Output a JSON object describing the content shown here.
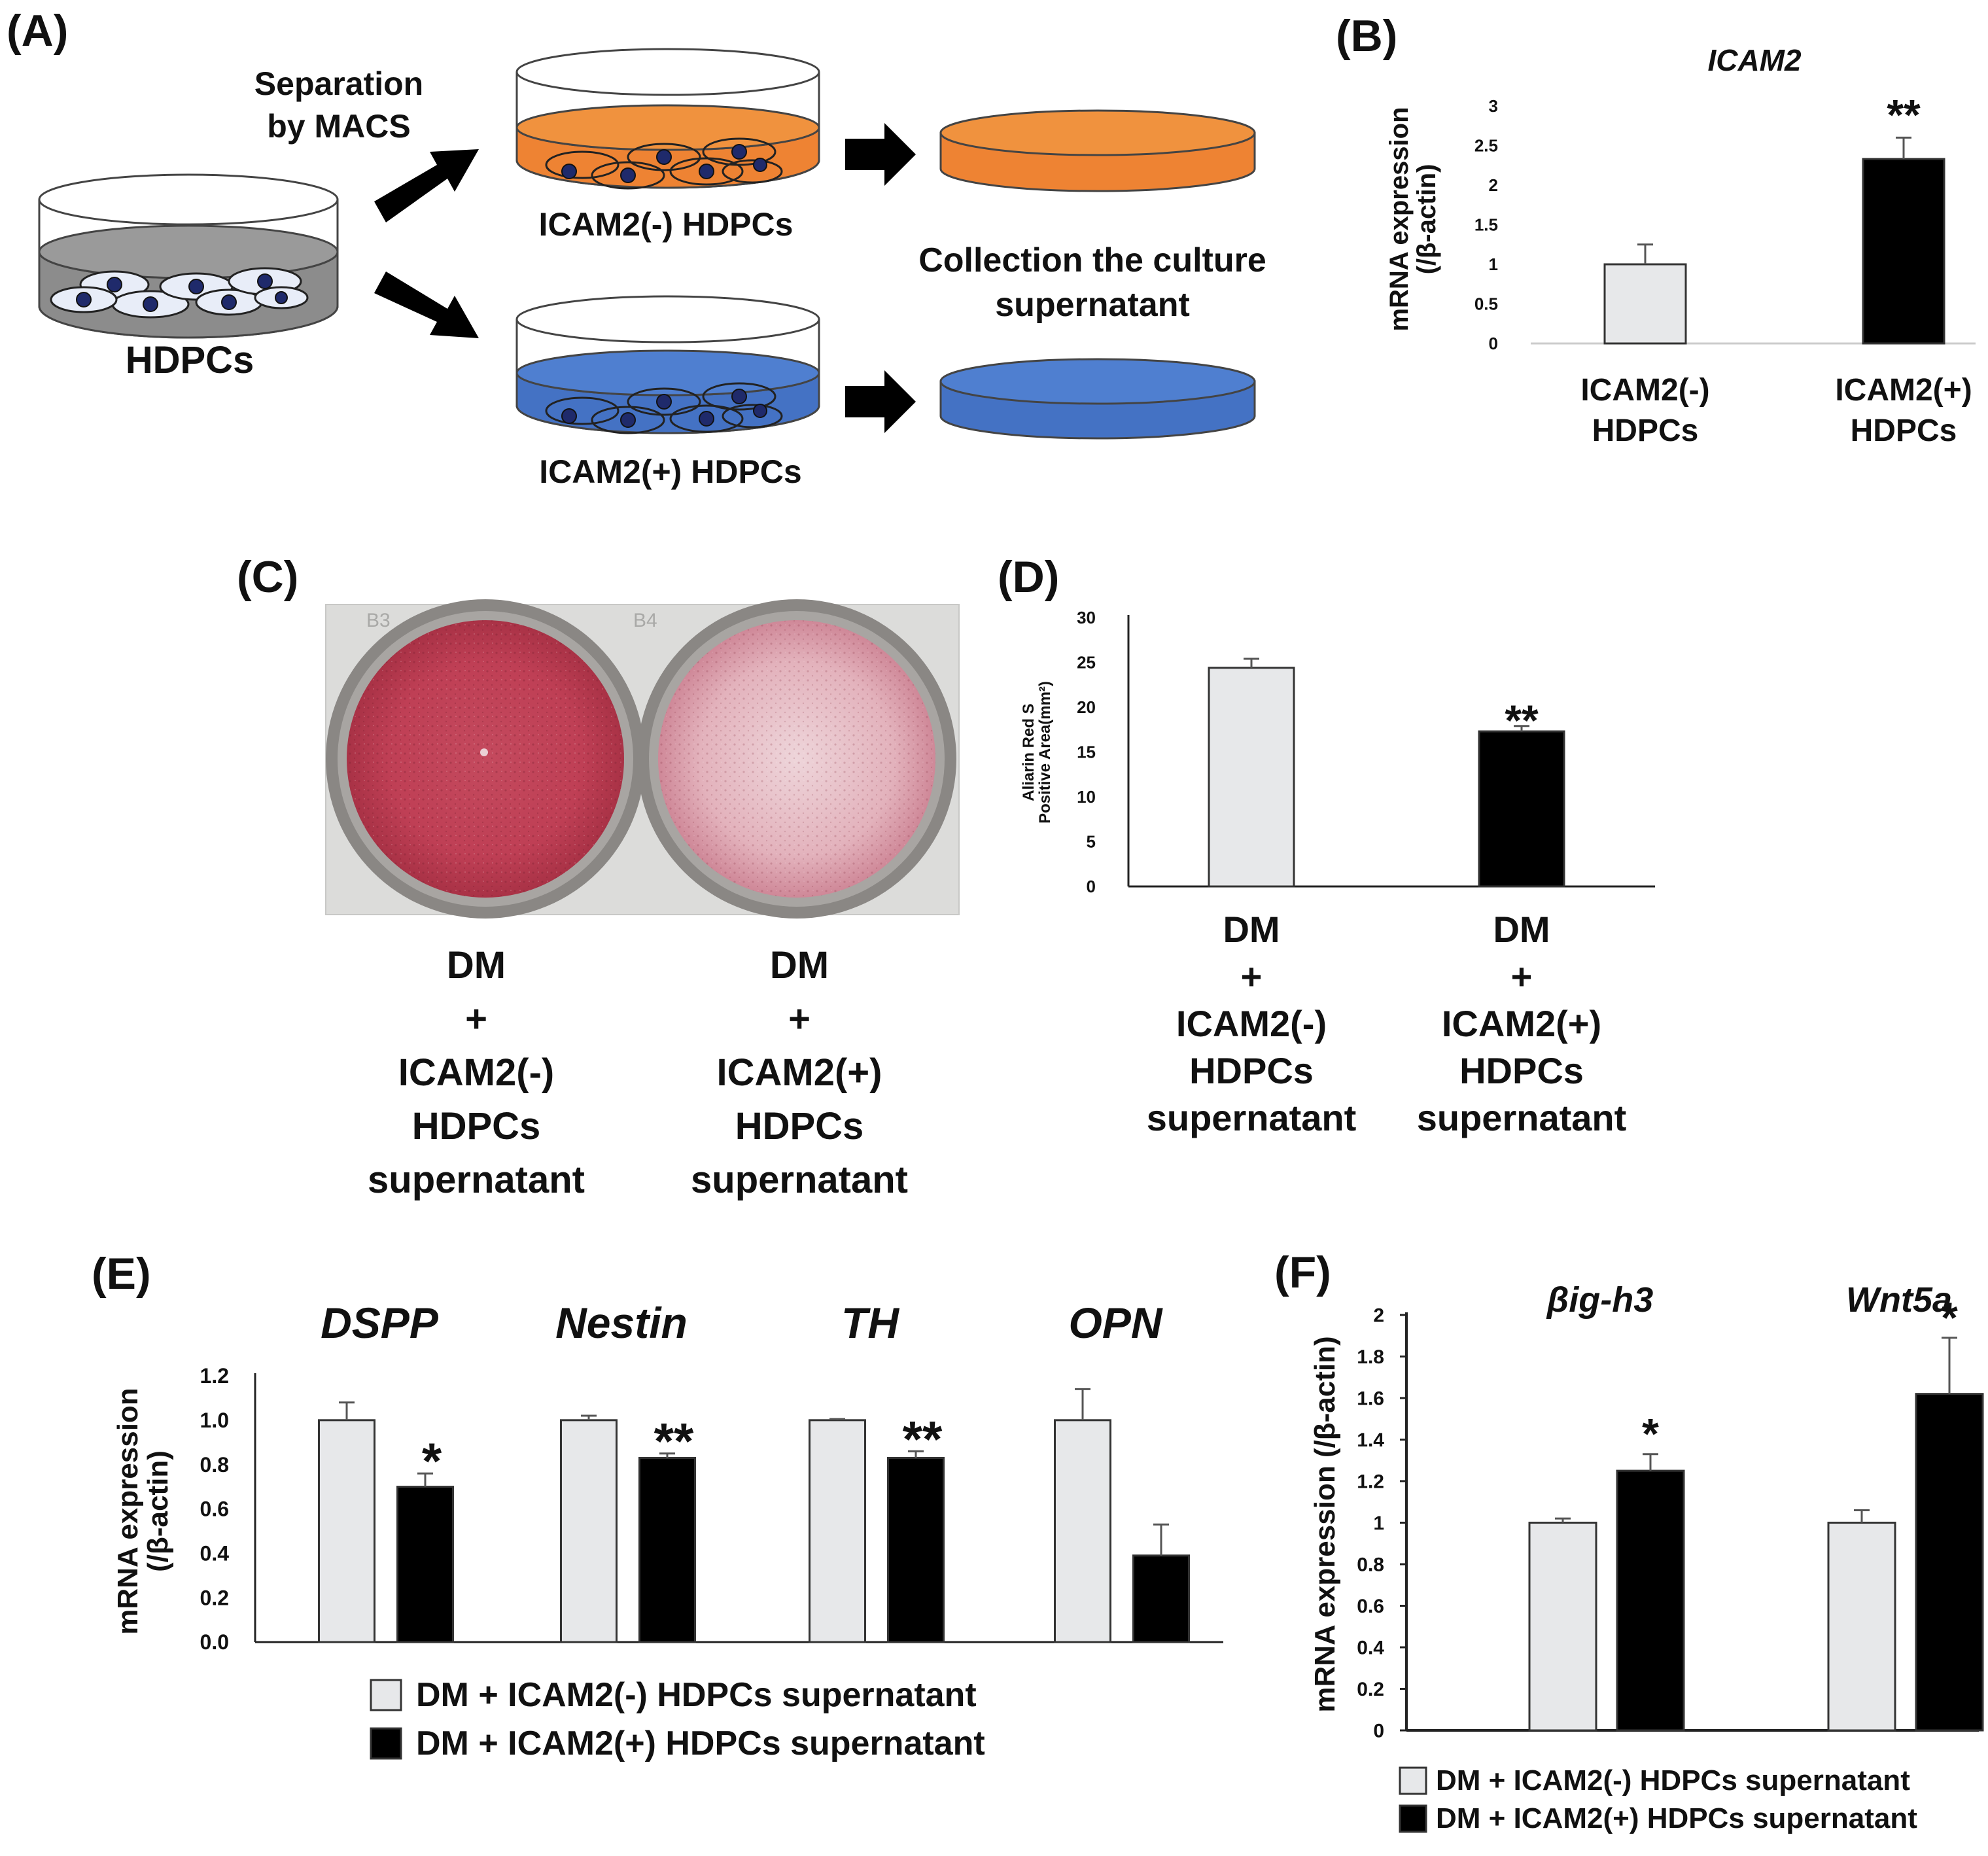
{
  "panelA": {
    "letter": "(A)",
    "separation_line1": "Separation",
    "separation_line2": "by MACS",
    "source_label": "HDPCs",
    "neg_label": "ICAM2(-) HDPCs",
    "pos_label": "ICAM2(+) HDPCs",
    "collection_line1": "Collection the culture",
    "collection_line2": "supernatant",
    "colors": {
      "orange": "#EE8333",
      "blue": "#4472C4",
      "gray": "#8C8C8C",
      "nucleus": "#1F2A6B"
    }
  },
  "panelC": {
    "letter": "(C)",
    "well_left_tag": "B3",
    "well_right_tag": "B4",
    "left_caption": [
      "DM",
      "+",
      "ICAM2(-)",
      "HDPCs",
      "supernatant"
    ],
    "right_caption": [
      "DM",
      "+",
      "ICAM2(+)",
      "HDPCs",
      "supernatant"
    ]
  },
  "chart_data": [
    {
      "panel": "(B)",
      "type": "bar",
      "title": "ICAM2",
      "ylabel_line1": "mRNA expression",
      "ylabel_line2": "(/β-actin)",
      "ylim": [
        0,
        3
      ],
      "yticks": [
        "0",
        "0.5",
        "1",
        "1.5",
        "2",
        "2.5",
        "3"
      ],
      "categories": [
        [
          "ICAM2(-)",
          "HDPCs"
        ],
        [
          "ICAM2(+)",
          "HDPCs"
        ]
      ],
      "values": [
        1.0,
        2.33
      ],
      "errors": [
        0.25,
        0.27
      ],
      "colors": [
        "#E7E8EA",
        "#000000"
      ],
      "significance": [
        "",
        "**"
      ]
    },
    {
      "panel": "(D)",
      "type": "bar",
      "ylabel_line1": "Aliarin Red S",
      "ylabel_line2": "Positive Area(mm²)",
      "ylim": [
        0,
        30
      ],
      "yticks": [
        "0",
        "5",
        "10",
        "15",
        "20",
        "25",
        "30"
      ],
      "categories": [
        [
          "DM",
          "+",
          "ICAM2(-)",
          "HDPCs",
          "supernatant"
        ],
        [
          "DM",
          "+",
          "ICAM2(+)",
          "HDPCs",
          "supernatant"
        ]
      ],
      "values": [
        24.4,
        17.3
      ],
      "errors": [
        1.0,
        0.6
      ],
      "colors": [
        "#E7E8EA",
        "#000000"
      ],
      "significance": [
        "",
        "**"
      ]
    },
    {
      "panel": "(E)",
      "type": "bar",
      "ylabel_line1": "mRNA expression",
      "ylabel_line2": "(/β-actin)",
      "ylim": [
        0,
        1.2
      ],
      "yticks": [
        "0.0",
        "0.2",
        "0.4",
        "0.6",
        "0.8",
        "1.0",
        "1.2"
      ],
      "categories": [
        "DSPP",
        "Nestin",
        "TH",
        "OPN"
      ],
      "series": [
        {
          "name": "DM + ICAM2(-) HDPCs supernatant",
          "color": "#E7E8EA",
          "values": [
            1.0,
            1.0,
            1.0,
            1.0
          ],
          "errors": [
            0.08,
            0.02,
            0.005,
            0.14
          ]
        },
        {
          "name": "DM + ICAM2(+) HDPCs supernatant",
          "color": "#000000",
          "values": [
            0.7,
            0.83,
            0.83,
            0.39
          ],
          "errors": [
            0.06,
            0.02,
            0.03,
            0.14
          ]
        }
      ],
      "significance": [
        "*",
        "**",
        "**",
        ""
      ]
    },
    {
      "panel": "(F)",
      "type": "bar",
      "ylabel": "mRNA expression (/β-actin)",
      "ylim": [
        0,
        2
      ],
      "yticks": [
        "0",
        "0.2",
        "0.4",
        "0.6",
        "0.8",
        "1",
        "1.2",
        "1.4",
        "1.6",
        "1.8",
        "2"
      ],
      "categories": [
        "βig-h3",
        "Wnt5a"
      ],
      "series": [
        {
          "name": "DM + ICAM2(-) HDPCs supernatant",
          "color": "#E7E8EA",
          "values": [
            1.0,
            1.0
          ],
          "errors": [
            0.02,
            0.06
          ]
        },
        {
          "name": "DM + ICAM2(+) HDPCs supernatant",
          "color": "#000000",
          "values": [
            1.25,
            1.62
          ],
          "errors": [
            0.08,
            0.27
          ]
        }
      ],
      "significance": [
        "*",
        "*"
      ]
    }
  ]
}
